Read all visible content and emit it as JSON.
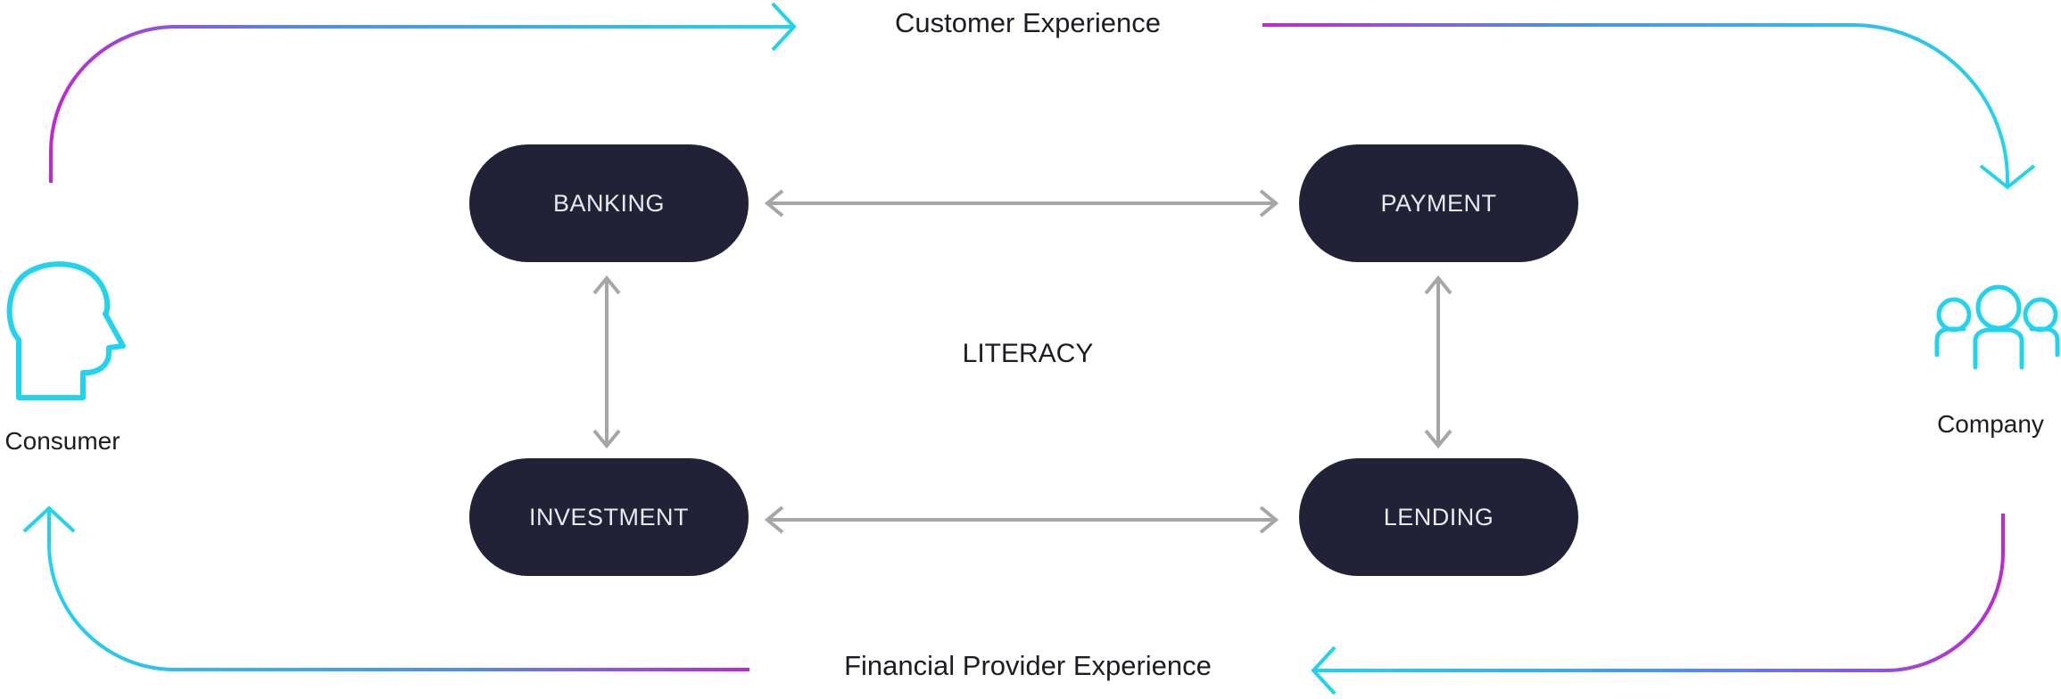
{
  "flows": {
    "top_label": "Customer Experience",
    "bottom_label": "Financial Provider Experience"
  },
  "actors": {
    "consumer": "Consumer",
    "company": "Company"
  },
  "nodes": {
    "banking": "BANKING",
    "payment": "PAYMENT",
    "investment": "INVESTMENT",
    "lending": "LENDING"
  },
  "center_label": "LITERACY",
  "colors": {
    "node_fill": "#212237",
    "node_text": "#e9e9ef",
    "arrow": "#a6a6a6",
    "gradient_cyan": "#22d3ee",
    "gradient_magenta": "#c026d3"
  }
}
